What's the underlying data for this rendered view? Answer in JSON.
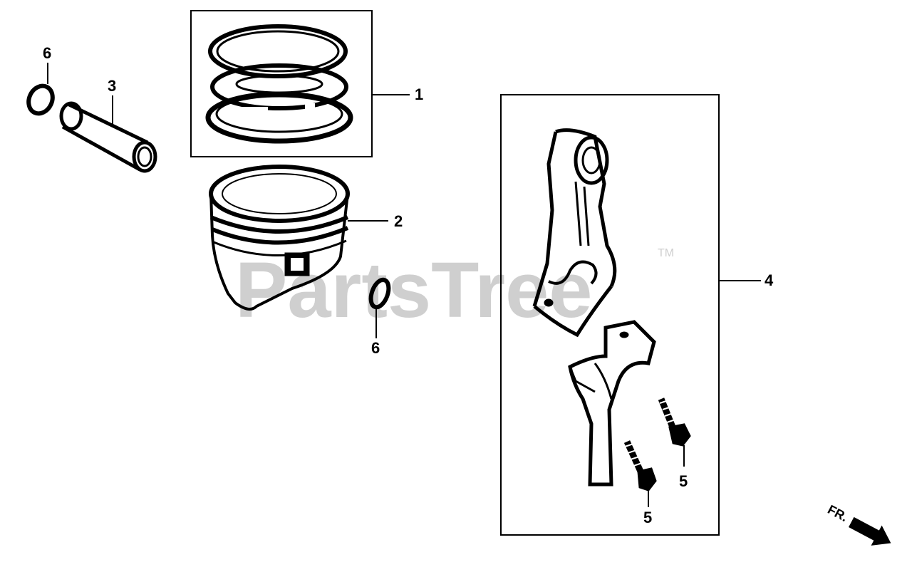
{
  "watermark": {
    "text": "PartsTree",
    "trademark": "TM"
  },
  "callouts": {
    "piston_ring_set": "1",
    "piston": "2",
    "piston_pin": "3",
    "connecting_rod": "4",
    "rod_bolt_right": "5",
    "rod_bolt_left": "5",
    "pin_clip_left": "6",
    "pin_clip_right": "6"
  },
  "direction": {
    "label": "FR."
  },
  "colors": {
    "ink": "#000000",
    "watermark": "#cfcfcf",
    "background": "#ffffff"
  }
}
